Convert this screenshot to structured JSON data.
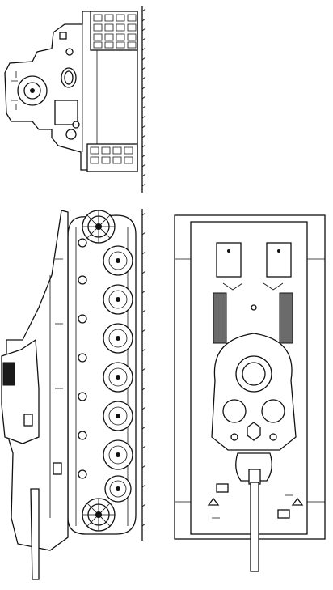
{
  "figure": {
    "views": [
      "front-view",
      "side-view",
      "top-view"
    ]
  }
}
